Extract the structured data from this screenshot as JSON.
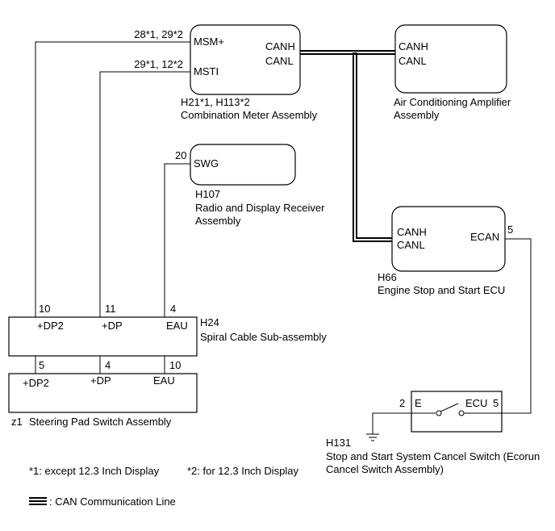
{
  "components": {
    "meter": {
      "code": "H21*1, H113*2",
      "name": "Combination Meter Assembly",
      "pin_msm": "MSM+",
      "pin_msti": "MSTI",
      "pin_canh": "CANH",
      "pin_canl": "CANL",
      "wire_msm": "28*1, 29*2",
      "wire_msti": "29*1, 12*2"
    },
    "ac": {
      "name_1": "Air Conditioning Amplifier",
      "name_2": "Assembly",
      "pin_canh": "CANH",
      "pin_canl": "CANL"
    },
    "radio": {
      "code": "H107",
      "name_1": "Radio and Display Receiver",
      "name_2": "Assembly",
      "pin_swg": "SWG",
      "wire_swg": "20"
    },
    "ecu": {
      "code": "H66",
      "name": "Engine Stop and Start ECU",
      "pin_canh": "CANH",
      "pin_canl": "CANL",
      "pin_ecan": "ECAN",
      "wire_ecan": "5"
    },
    "spiral": {
      "code": "H24",
      "name": "Spiral Cable Sub-assembly",
      "pins": [
        {
          "num": "10",
          "label": "+DP2"
        },
        {
          "num": "11",
          "label": "+DP"
        },
        {
          "num": "4",
          "label": "EAU"
        }
      ]
    },
    "pad": {
      "code": "z1",
      "name": "Steering Pad Switch Assembly",
      "pins": [
        {
          "num": "5",
          "label": "+DP2"
        },
        {
          "num": "4",
          "label": "+DP"
        },
        {
          "num": "10",
          "label": "EAU"
        }
      ]
    },
    "cancel": {
      "code": "H131",
      "name_1": "Stop and Start System Cancel Switch (Ecorun",
      "name_2": "Cancel Switch Assembly)",
      "pin_e": "E",
      "pin_ecu": "ECU",
      "wire_e": "2",
      "wire_ecu": "5"
    }
  },
  "notes": {
    "note1": "*1: except 12.3 Inch Display",
    "note2": "*2: for 12.3 Inch Display"
  },
  "legend": {
    "can_line": ": CAN Communication Line"
  }
}
